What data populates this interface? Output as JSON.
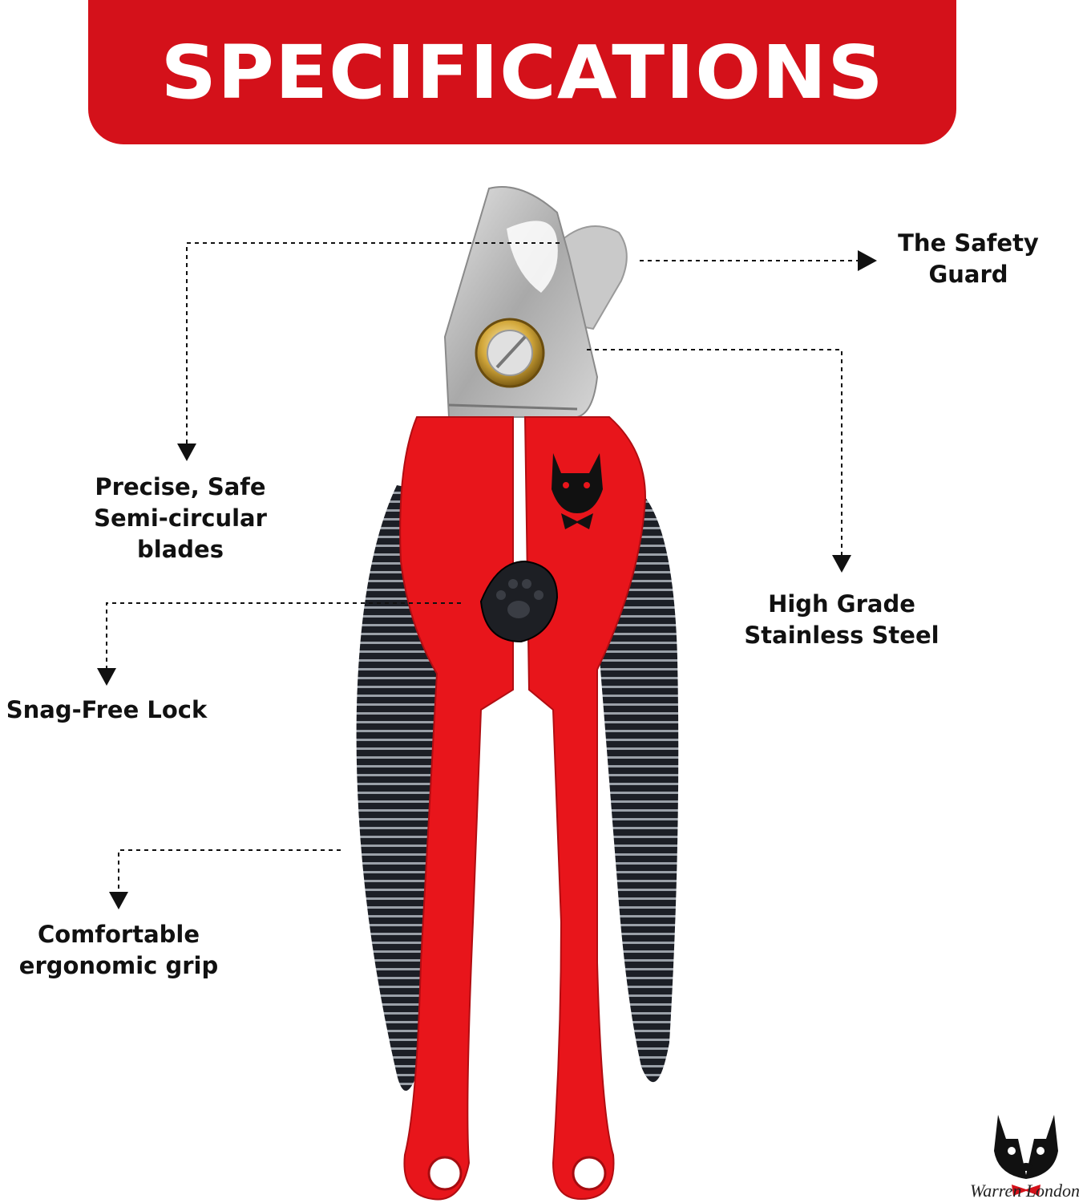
{
  "header": {
    "title": "SPECIFICATIONS"
  },
  "callouts": {
    "safety_guard": [
      "The Safety",
      "Guard"
    ],
    "blades": [
      "Precise, Safe",
      "Semi-circular",
      "blades"
    ],
    "steel": [
      "High Grade",
      "Stainless Steel"
    ],
    "lock": [
      "Snag-Free Lock"
    ],
    "grip": [
      "Comfortable",
      "ergonomic grip"
    ]
  },
  "brand": {
    "name": "Warren London",
    "logo_icon": "boston-terrier-logo-icon"
  },
  "colors": {
    "accent_red": "#d4111a",
    "handle_red": "#e8151b",
    "grip_black": "#1c1f26",
    "steel": "#b9b9b9",
    "text": "#111111"
  }
}
